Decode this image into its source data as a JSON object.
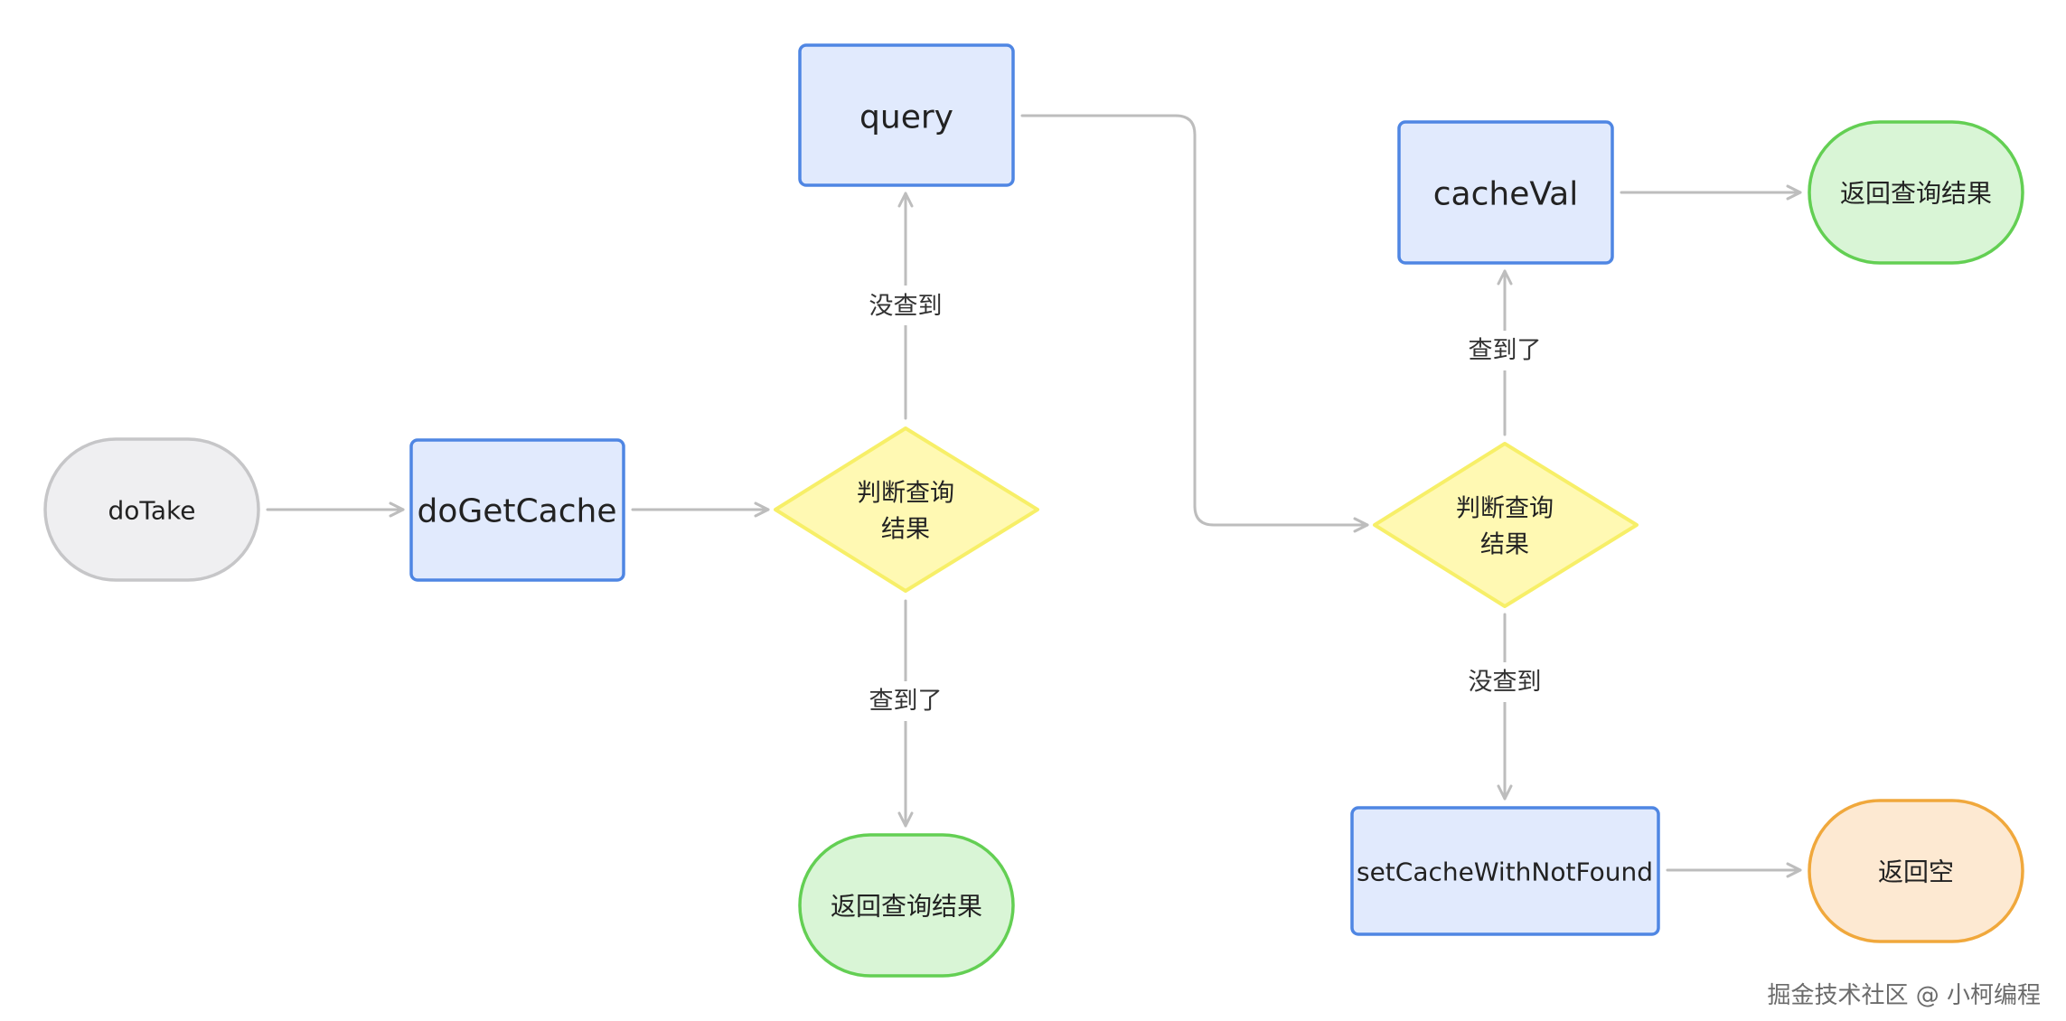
{
  "nodes": {
    "do_take": "doTake",
    "do_get_cache": "doGetCache",
    "decision_1": [
      "判断查询",
      "结果"
    ],
    "query": "query",
    "return_result_1": "返回查询结果",
    "decision_2": [
      "判断查询",
      "结果"
    ],
    "cache_val": "cacheVal",
    "return_result_2": "返回查询结果",
    "set_cache_not_found": "setCacheWithNotFound",
    "return_empty": "返回空"
  },
  "edge_labels": {
    "d1_not_found": "没查到",
    "d1_found": "查到了",
    "d2_found": "查到了",
    "d2_not_found": "没查到"
  },
  "watermark": "掘金技术社区 @ 小柯编程",
  "colors": {
    "terminal_grey_fill": "#efeff1",
    "terminal_grey_stroke": "#c6c6c8",
    "process_fill": "#e1eafd",
    "process_stroke": "#4f86e3",
    "decision_fill": "#fff9b3",
    "decision_stroke": "#f7ef68",
    "success_fill": "#d9f5d6",
    "success_stroke": "#63cf53",
    "empty_fill": "#fde9d2",
    "empty_stroke": "#f0a83c",
    "connector": "#bdbdbd"
  }
}
